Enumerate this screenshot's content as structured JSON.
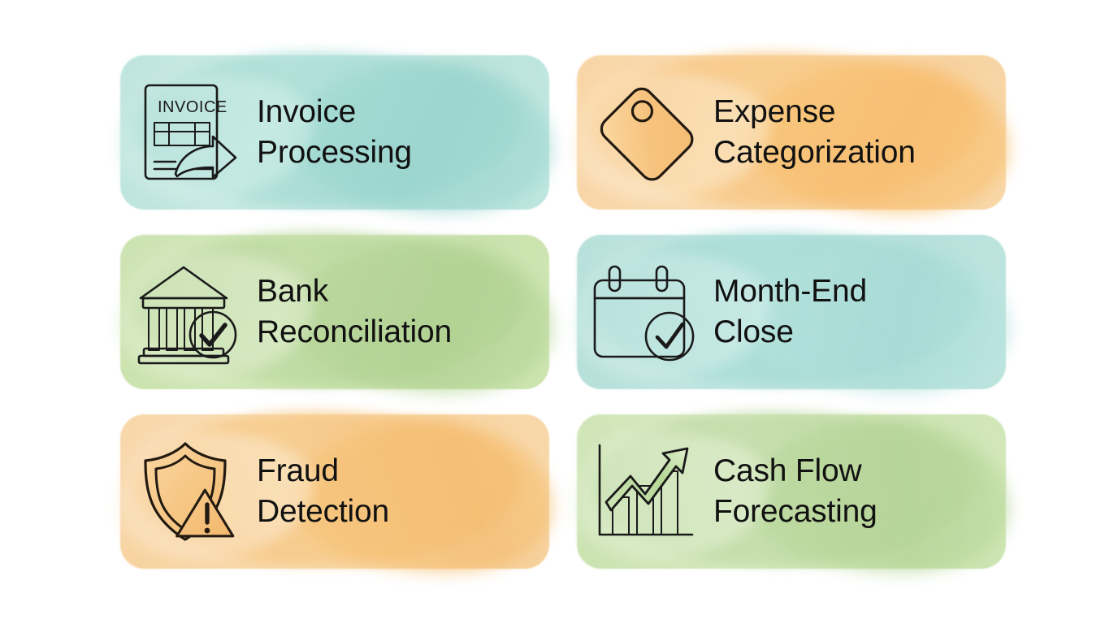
{
  "page": {
    "background_color": "#ffffff",
    "title": "Accounting Automation Capabilities",
    "layout": "2-column, 3-row card grid"
  },
  "cards": [
    {
      "id": "invoice-processing",
      "label_line1": "Invoice",
      "label_line2": "Processing",
      "icon": "invoice-document-arrow-icon",
      "icon_text": "INVOICE",
      "theme": "teal",
      "colors": {
        "base": "#c9eae4",
        "accent": "#a8ddd6",
        "ink": "#1a1a1a"
      }
    },
    {
      "id": "expense-categorization",
      "label_line1": "Expense",
      "label_line2": "Categorization",
      "icon": "price-tag-icon",
      "icon_text": "",
      "theme": "orange",
      "colors": {
        "base": "#f9dcb2",
        "accent": "#f8c882",
        "ink": "#1a1a1a"
      }
    },
    {
      "id": "bank-reconciliation",
      "label_line1": "Bank",
      "label_line2": "Reconciliation",
      "icon": "bank-building-check-icon",
      "icon_text": "",
      "theme": "green",
      "colors": {
        "base": "#d3e8b9",
        "accent": "#bcd9a0",
        "ink": "#1a1a1a"
      }
    },
    {
      "id": "month-end-close",
      "label_line1": "Month-End",
      "label_line2": "Close",
      "icon": "calendar-check-icon",
      "icon_text": "",
      "theme": "teal",
      "colors": {
        "base": "#c2e6e1",
        "accent": "#a6dcd6",
        "ink": "#1a1a1a"
      }
    },
    {
      "id": "fraud-detection",
      "label_line1": "Fraud",
      "label_line2": "Detection",
      "icon": "shield-warning-icon",
      "icon_text": "",
      "theme": "orange",
      "colors": {
        "base": "#f9dcb0",
        "accent": "#f7c884",
        "ink": "#1a1a1a"
      }
    },
    {
      "id": "cash-flow-forecasting",
      "label_line1": "Cash Flow",
      "label_line2": "Forecasting",
      "icon": "growth-chart-arrow-icon",
      "icon_text": "",
      "theme": "green",
      "colors": {
        "base": "#d5e9bd",
        "accent": "#c0dba6",
        "ink": "#1a1a1a"
      }
    }
  ]
}
